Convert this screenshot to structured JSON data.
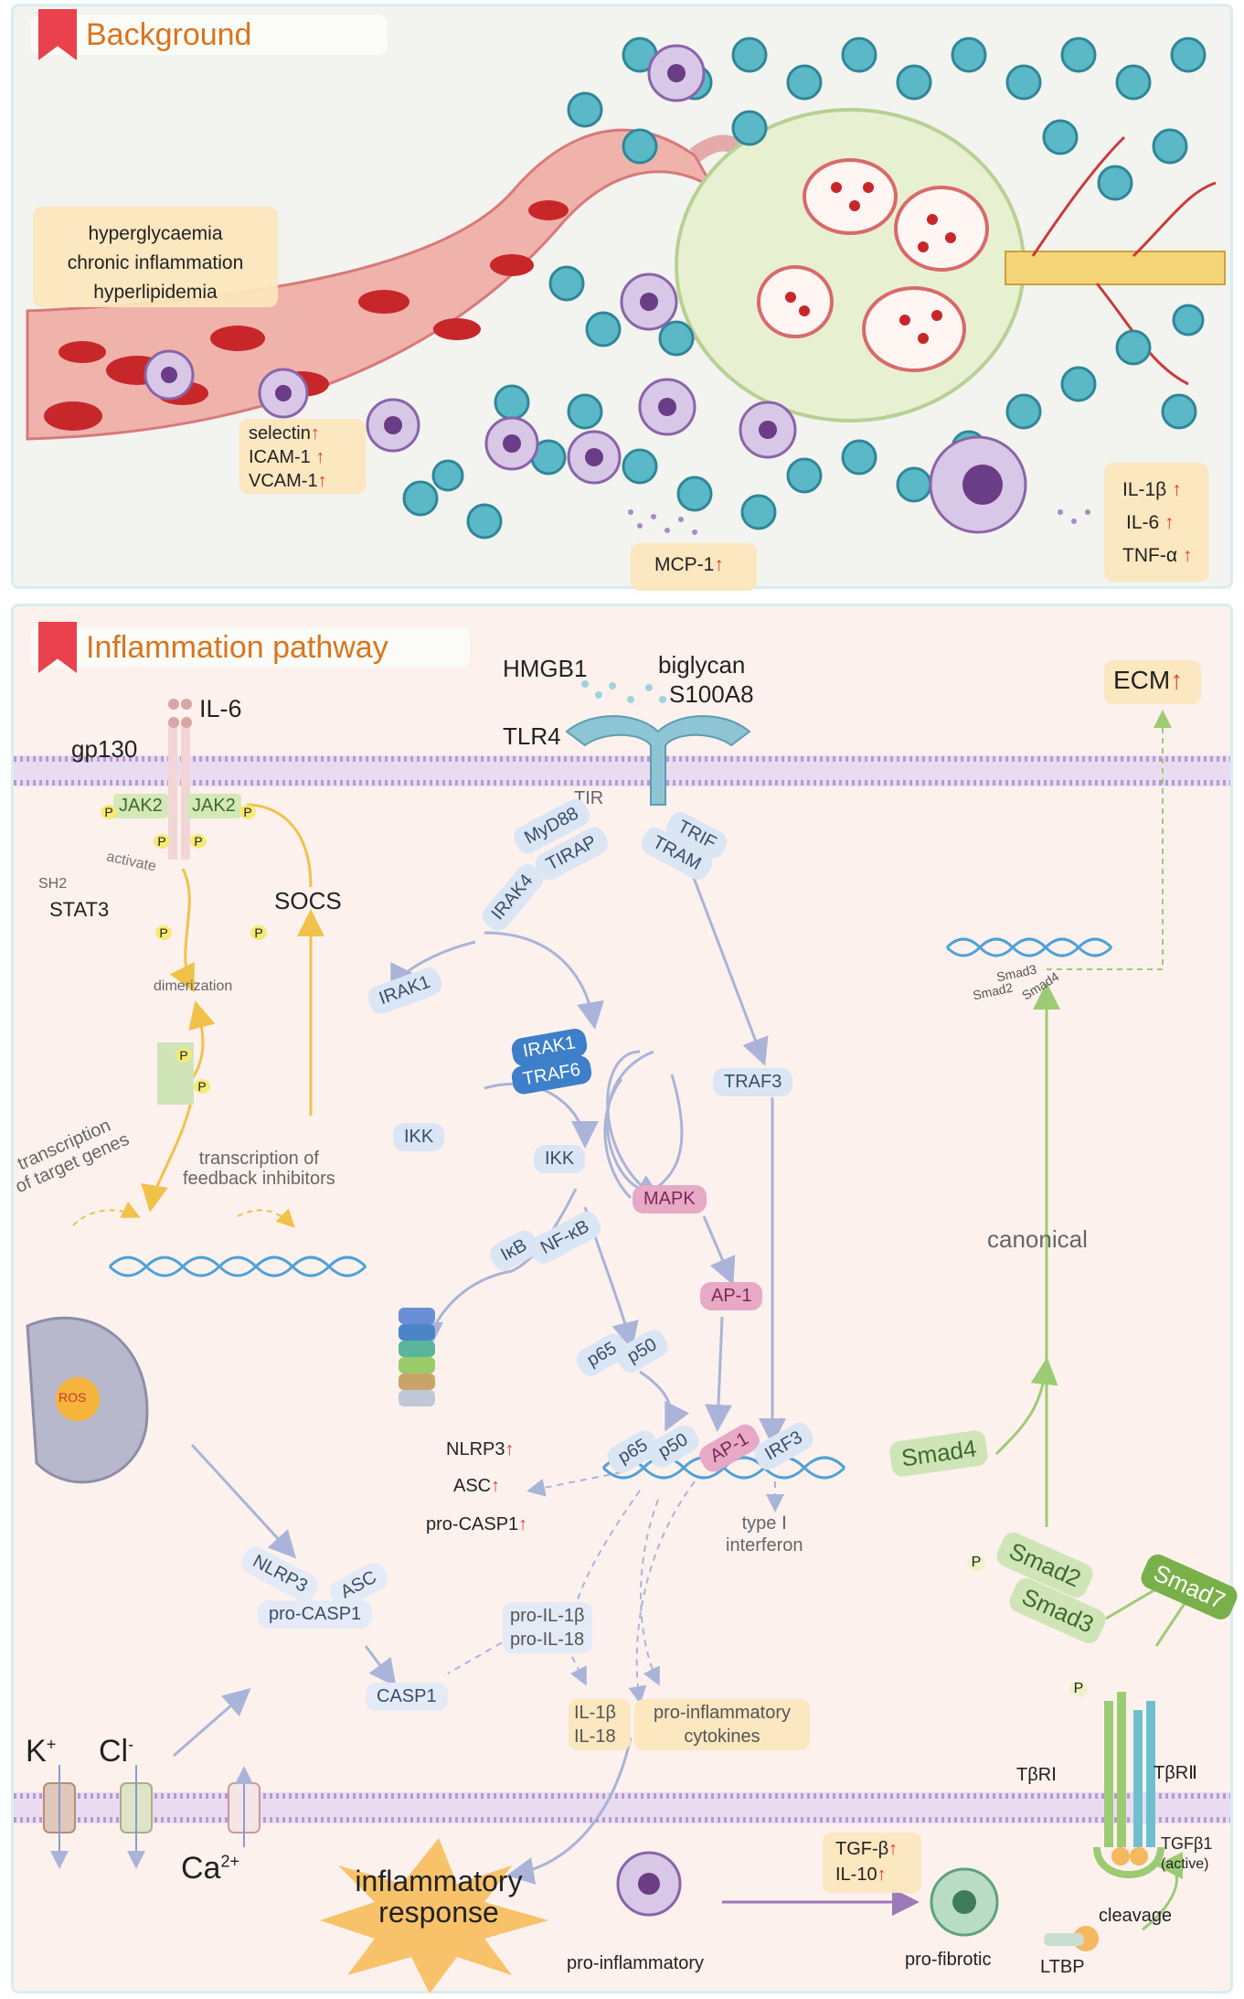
{
  "background": {
    "title": "Background",
    "conditions": [
      "hyperglycaemia",
      "chronic inflammation",
      "hyperlipidemia"
    ],
    "adhesion": [
      "selectin",
      "ICAM-1",
      "VCAM-1"
    ],
    "chemokine": "MCP-1",
    "cytokines": [
      "IL-1β",
      "IL-6",
      "TNF-α"
    ]
  },
  "pathway": {
    "title": "Inflammation pathway",
    "ecm": "ECM",
    "jak": {
      "il6": "IL-6",
      "gp130": "gp130",
      "jak2_left": "JAK2",
      "jak2_right": "JAK2",
      "p": "P",
      "sh2": "SH2",
      "stat3": "STAT3",
      "activate": "activate",
      "dimerization": "dimerization",
      "socs": "SOCS",
      "transcription_target": "transcription of target genes",
      "transcription_target_l1": "transcription",
      "transcription_target_l2": "of target genes",
      "feedback_l1": "transcription of",
      "feedback_l2": "feedback inhibitors"
    },
    "tlr": {
      "hmgb1": "HMGB1",
      "biglycan": "biglycan",
      "s100a8": "S100A8",
      "tlr4": "TLR4",
      "tir": "TIR",
      "myd88": "MyD88",
      "tirap": "TIRAP",
      "trif": "TRIF",
      "tram": "TRAM",
      "irak4": "IRAK4",
      "irak1": "IRAK1",
      "irak1b": "IRAK1",
      "traf6": "TRAF6",
      "ikk1": "IKK",
      "ikk2": "IKK",
      "ikb": "IκB",
      "nfkb": "NF-κB",
      "mapk": "MAPK",
      "ap1": "AP-1",
      "traf3": "TRAF3",
      "p65": "p65",
      "p50": "p50",
      "p65b": "p65",
      "p50b": "p50",
      "ap1b": "AP-1",
      "irf3": "IRF3",
      "type_i_l1": "type Ⅰ",
      "type_i_l2": "interferon"
    },
    "inflammasome": {
      "ros": "ROS",
      "nlrp3_up": "NLRP3",
      "asc_up": "ASC",
      "procasp1_up": "pro-CASP1",
      "nlrp3": "NLRP3",
      "asc": "ASC",
      "procasp1": "pro-CASP1",
      "casp1": "CASP1",
      "pro_il1b": "pro-IL-1β",
      "pro_il18": "pro-IL-18",
      "il1b": "IL-1β",
      "il18": "IL-18",
      "proinfl_cyt_l1": "pro-inflammatory",
      "proinfl_cyt_l2": "cytokines",
      "k": "K",
      "k_sup": "+",
      "cl": "Cl",
      "cl_sup": "-",
      "ca": "Ca",
      "ca_sup": "2+",
      "response_l1": "inflammatory",
      "response_l2": "response"
    },
    "tgf": {
      "smad3_dna": "Smad3",
      "smad2_dna": "Smad2",
      "smad4_dna": "Smad4",
      "canonical": "canonical",
      "smad4": "Smad4",
      "smad2": "Smad2",
      "smad3": "Smad3",
      "smad7": "Smad7",
      "p": "P",
      "tbr1": "TβRⅠ",
      "tbr2": "TβRⅡ",
      "tgfb1": "TGFβ1",
      "active": "(active)",
      "cleavage": "cleavage",
      "ltbp": "LTBP"
    },
    "macrophage": {
      "pro_inflammatory": "pro-inflammatory",
      "tgfb": "TGF-β",
      "il10": "IL-10",
      "pro_fibrotic": "pro-fibrotic"
    }
  },
  "colors": {
    "title_orange": "#d9751e",
    "flag_red": "#e9424e",
    "membrane": "#b89ad0",
    "arrow_up": "#e23b2e"
  }
}
